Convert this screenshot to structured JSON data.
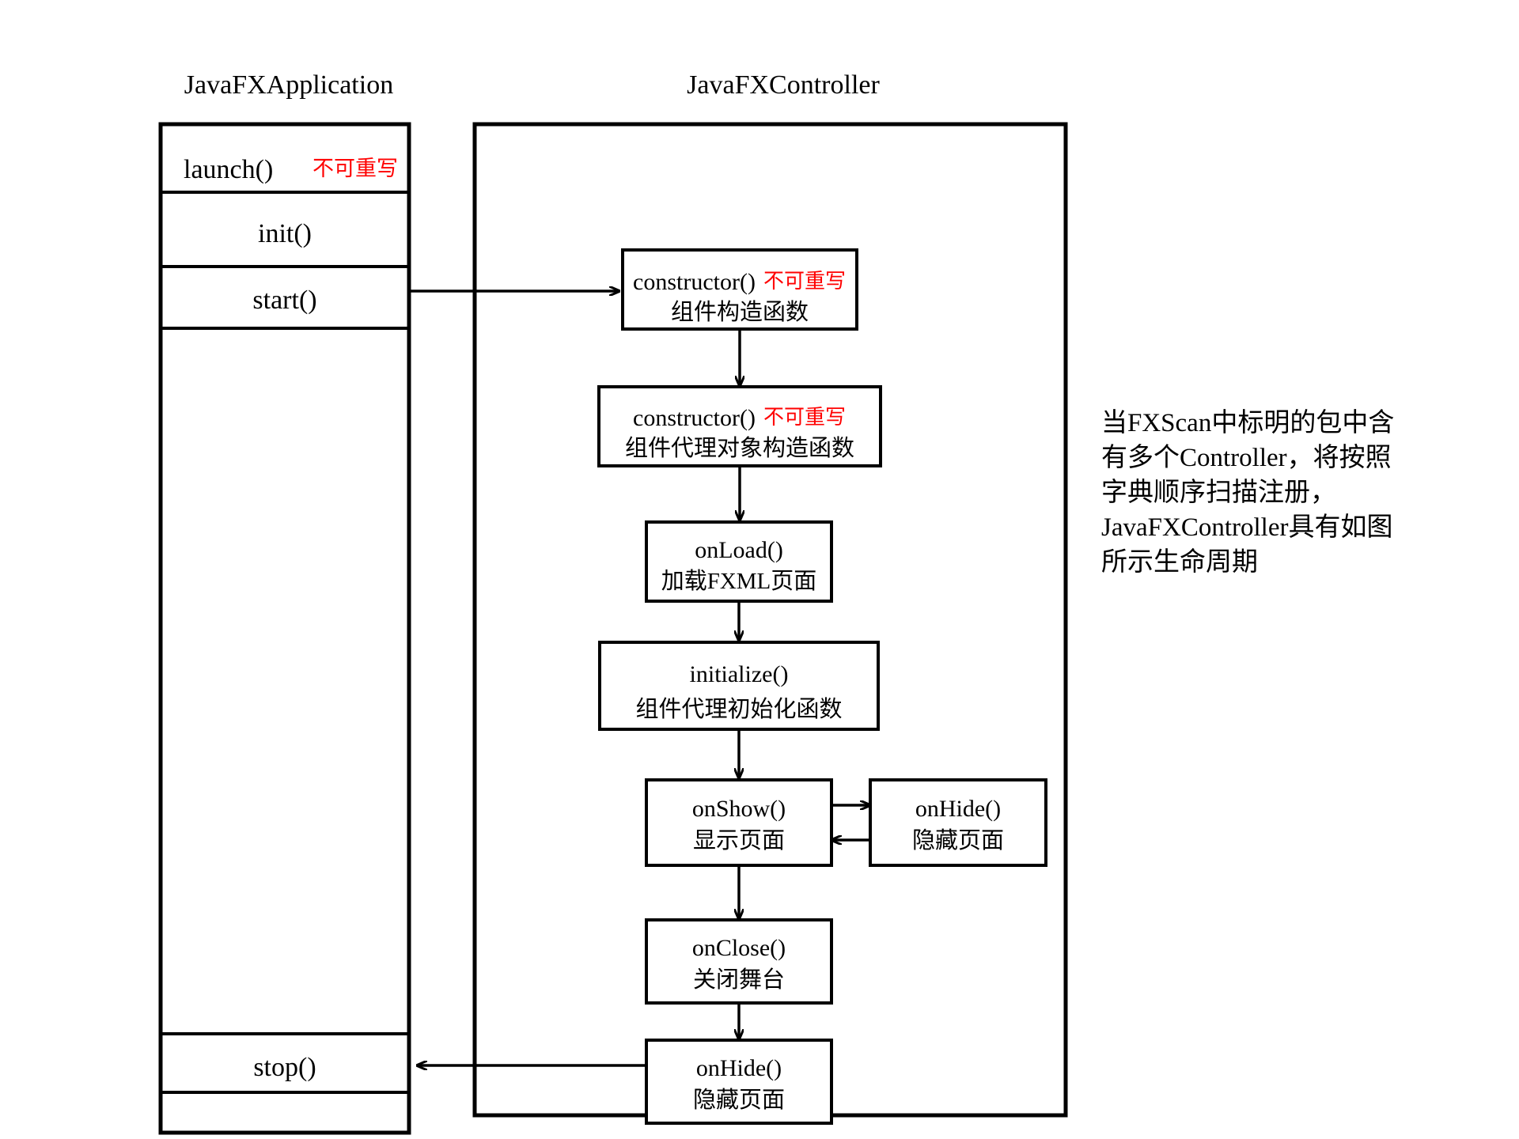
{
  "lanes": {
    "application": {
      "title": "JavaFXApplication",
      "rows": [
        {
          "label": "launch()",
          "note": "不可重写",
          "note_color": "#ff0000"
        },
        {
          "label": "init()",
          "note": ""
        },
        {
          "label": "start()",
          "note": ""
        },
        {
          "label": "stop()",
          "note": ""
        }
      ]
    },
    "controller": {
      "title": "JavaFXController"
    }
  },
  "controller_steps": [
    {
      "id": "constructor-component",
      "line1": "constructor()",
      "note": "不可重写",
      "line2": "组件构造函数"
    },
    {
      "id": "constructor-proxy",
      "line1": "constructor()",
      "note": "不可重写",
      "line2": "组件代理对象构造函数"
    },
    {
      "id": "on-load",
      "line1": "onLoad()",
      "note": "",
      "line2": "加载FXML页面"
    },
    {
      "id": "initialize",
      "line1": "initialize()",
      "note": "",
      "line2": "组件代理初始化函数"
    },
    {
      "id": "on-show",
      "line1": "onShow()",
      "note": "",
      "line2": "显示页面"
    },
    {
      "id": "on-hide-toggle",
      "line1": "onHide()",
      "note": "",
      "line2": "隐藏页面"
    },
    {
      "id": "on-close",
      "line1": "onClose()",
      "note": "",
      "line2": "关闭舞台"
    },
    {
      "id": "on-hide-final",
      "line1": "onHide()",
      "note": "",
      "line2": "隐藏页面"
    }
  ],
  "side_note": {
    "lines": [
      "当FXScan中标明的包中含",
      "有多个Controller，将按照",
      "字典顺序扫描注册，",
      "JavaFXController具有如图",
      "所示生命周期"
    ]
  },
  "colors": {
    "stroke": "#000000",
    "background": "#ffffff",
    "accent_red": "#ff0000"
  }
}
